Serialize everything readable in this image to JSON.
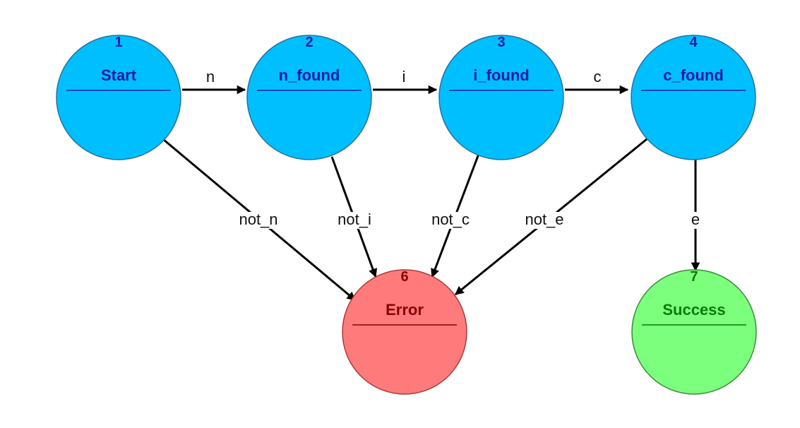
{
  "colors": {
    "state_fill": "#00BFFF",
    "state_stroke": "#2a6f9a",
    "state_text": "#1a1aa8",
    "error_fill": "#FF7B7B",
    "error_stroke": "#a83a3a",
    "error_text": "#8b0000",
    "success_fill": "#7CFF7C",
    "success_stroke": "#3a8a3a",
    "success_text": "#0a7a0a",
    "edge": "#000000"
  },
  "nodes": [
    {
      "id": "1",
      "number": "1",
      "name": "Start",
      "kind": "state"
    },
    {
      "id": "2",
      "number": "2",
      "name": "n_found",
      "kind": "state"
    },
    {
      "id": "3",
      "number": "3",
      "name": "i_found",
      "kind": "state"
    },
    {
      "id": "4",
      "number": "4",
      "name": "c_found",
      "kind": "state"
    },
    {
      "id": "6",
      "number": "6",
      "name": "Error",
      "kind": "error"
    },
    {
      "id": "7",
      "number": "7",
      "name": "Success",
      "kind": "success"
    }
  ],
  "edges": [
    {
      "from": "1",
      "to": "2",
      "label": "n"
    },
    {
      "from": "2",
      "to": "3",
      "label": "i"
    },
    {
      "from": "3",
      "to": "4",
      "label": "c"
    },
    {
      "from": "1",
      "to": "6",
      "label": "not_n"
    },
    {
      "from": "2",
      "to": "6",
      "label": "not_i"
    },
    {
      "from": "3",
      "to": "6",
      "label": "not_c"
    },
    {
      "from": "4",
      "to": "6",
      "label": "not_e"
    },
    {
      "from": "4",
      "to": "7",
      "label": "e"
    }
  ]
}
